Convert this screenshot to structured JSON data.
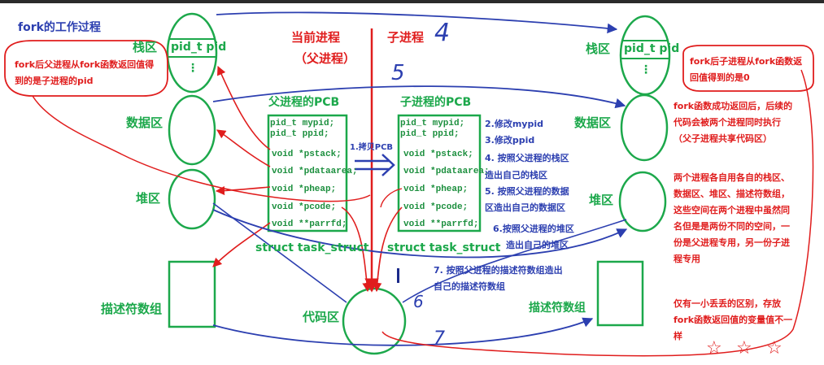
{
  "diagram": {
    "title": "fork的工作过程",
    "parent_process_title": "当前进程",
    "parent_process_sub": "（父进程）",
    "child_process_title": "子进程",
    "left": {
      "stack_label": "栈区",
      "data_label": "数据区",
      "heap_label": "堆区",
      "fd_label": "描述符数组",
      "stack_cell": "pid_t pid",
      "ellipsis": "⋮"
    },
    "right": {
      "stack_label": "栈区",
      "data_label": "数据区",
      "heap_label": "堆区",
      "fd_label": "描述符数组",
      "stack_cell": "pid_t pid",
      "ellipsis": "⋮"
    },
    "code_area_label": "代码区",
    "parent_pcb": {
      "title": "父进程的PCB",
      "fields": [
        "pid_t  mypid;",
        " pid_t ppid;",
        "void *pstack;",
        "void *pdataarea;",
        "void *pheap;",
        "void *pcode;",
        "void **parrfd;"
      ],
      "struct_label": "struct task_struct"
    },
    "child_pcb": {
      "title": "子进程的PCB",
      "fields": [
        "pid_t  mypid;",
        " pid_t ppid;",
        "void *pstack;",
        "void *pdataarea;",
        "void *pheap;",
        "void *pcode;",
        "void **parrfd;"
      ],
      "struct_label": "struct task_struct"
    },
    "steps": {
      "s1": "1.拷贝PCB",
      "s2": "2.修改mypid",
      "s3": "3.修改ppid",
      "s4a": "4. 按照父进程的栈区",
      "s4b": "造出自己的栈区",
      "s5a": "5. 按照父进程的数据",
      "s5b": "区造出自己的数据区",
      "s6a": "6.按照父进程的堆区",
      "s6b": "造出自己的堆区",
      "s7a": "7. 按照父进程的描述符数组造出",
      "s7b": "自己的描述符数组"
    },
    "notes": {
      "left_note": "fork后父进程从fork函数返回值得到的是子进程的pid",
      "right_note1": "fork后子进程从fork函数返回值得到的是0",
      "right_note2": "fork函数成功返回后，后续的代码会被两个进程同时执行（父子进程共享代码区）",
      "right_note3": "两个进程各自用各自的栈区、数据区、堆区、描述符数组，这些空间在两个进程中虽然同名但是是两份不同的空间，一份是父进程专用，另一份子进程专用",
      "right_note4": "仅有一小丢丢的区别，存放fork函数返回值的变量值不一样"
    },
    "handwritten": {
      "n4": "4",
      "n5": "5",
      "n6": "6",
      "n7": "7"
    },
    "stars": [
      "☆",
      "☆",
      "☆"
    ],
    "colors": {
      "green": "#1ca84b",
      "red": "#e01d1d",
      "blue": "#2c3fb0",
      "dark_blue": "#1b2a8a"
    }
  }
}
